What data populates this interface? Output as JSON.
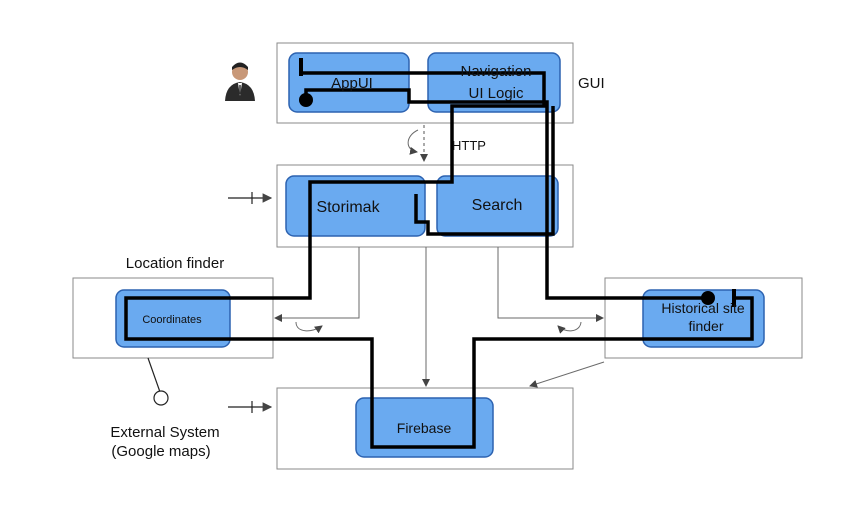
{
  "nodes": {
    "gui_label": "GUI",
    "appui": "AppUI",
    "navigation_line1": "Navigation",
    "navigation_line2": "UI Logic",
    "http_label": "HTTP",
    "storimak": "Storimak",
    "search": "Search",
    "location_finder": "Location finder",
    "coordinates": "Coordinates",
    "historical_line1": "Historical site",
    "historical_line2": "finder",
    "firebase": "Firebase",
    "external_line1": "External System",
    "external_line2": "(Google maps)"
  },
  "colors": {
    "component_fill": "#6aaaf0",
    "component_border": "#2c62b0",
    "path_line": "#000000"
  },
  "icons": [
    "user-avatar-icon",
    "provided-interface-icon"
  ]
}
